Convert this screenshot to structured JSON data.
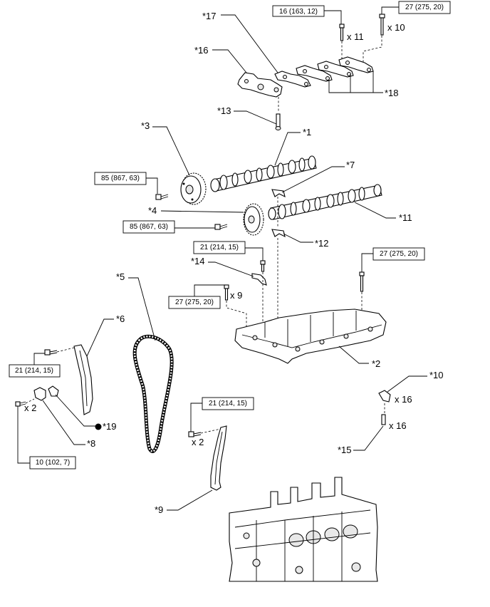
{
  "callouts": {
    "c17": "*17",
    "c16": "*16",
    "c18": "*18",
    "c13": "*13",
    "c3": "*3",
    "c1": "*1",
    "c7": "*7",
    "c4": "*4",
    "c11": "*11",
    "c12": "*12",
    "c14": "*14",
    "c5": "*5",
    "c6": "*6",
    "c2": "*2",
    "c10": "*10",
    "c8": "*8",
    "c19": "*19",
    "c15": "*15",
    "c9": "*9"
  },
  "torques": {
    "t1": "16 (163, 12)",
    "t2": "27 (275, 20)",
    "t3": "85 (867, 63)",
    "t4": "85 (867, 63)",
    "t5": "21 (214, 15)",
    "t6": "27 (275, 20)",
    "t7": "27 (275, 20)",
    "t8": "21 (214, 15)",
    "t9": "21 (214, 15)",
    "t10": "10 (102, 7)"
  },
  "quantities": {
    "q11": "x 11",
    "q10": "x 10",
    "q9": "x 9",
    "q2a": "x 2",
    "q16a": "x 16",
    "q16b": "x 16",
    "q2b": "x 2"
  }
}
